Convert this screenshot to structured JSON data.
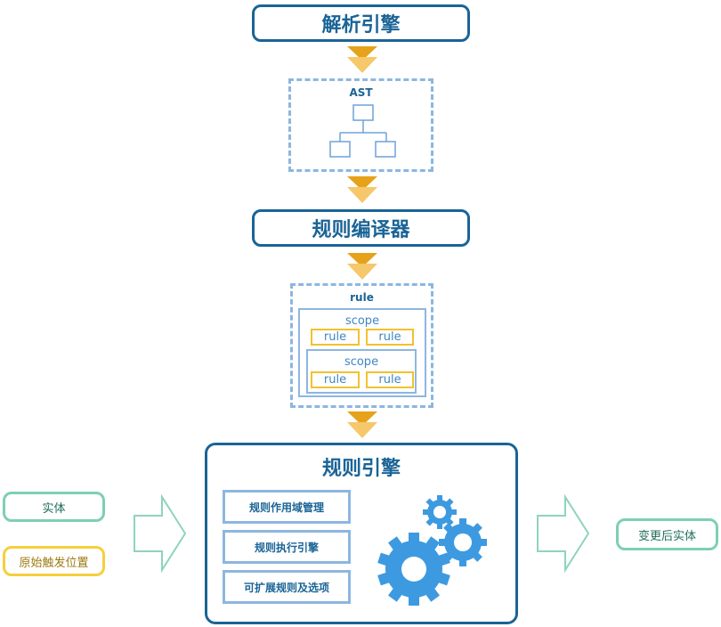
{
  "stages": {
    "parser": "解析引擎",
    "compiler": "规则编译器",
    "engine": "规则引擎"
  },
  "ast_box": {
    "label": "AST"
  },
  "rule_box": {
    "label": "rule",
    "scopes": [
      {
        "label": "scope",
        "rules": [
          "rule",
          "rule"
        ]
      },
      {
        "label": "scope",
        "rules": [
          "rule",
          "rule"
        ]
      }
    ]
  },
  "engine_features": [
    "规则作用域管理",
    "规则执行引擎",
    "可扩展规则及选项"
  ],
  "inputs": {
    "entity": "实体",
    "trigger": "原始触发位置"
  },
  "output": {
    "entity_after": "变更后实体"
  },
  "colors": {
    "stage_border": "#1a6496",
    "dashed": "#8db6e0",
    "rule_border": "#f2c12e",
    "arrow_orange": "#e6a21a",
    "gear": "#3d9ae0",
    "io_green": "#7ecfb3",
    "io_yellow": "#f5cf3c"
  },
  "icons": [
    "down-chevron-arrow-icon",
    "tree-structure-icon",
    "right-hollow-arrow-icon",
    "gear-icon"
  ]
}
